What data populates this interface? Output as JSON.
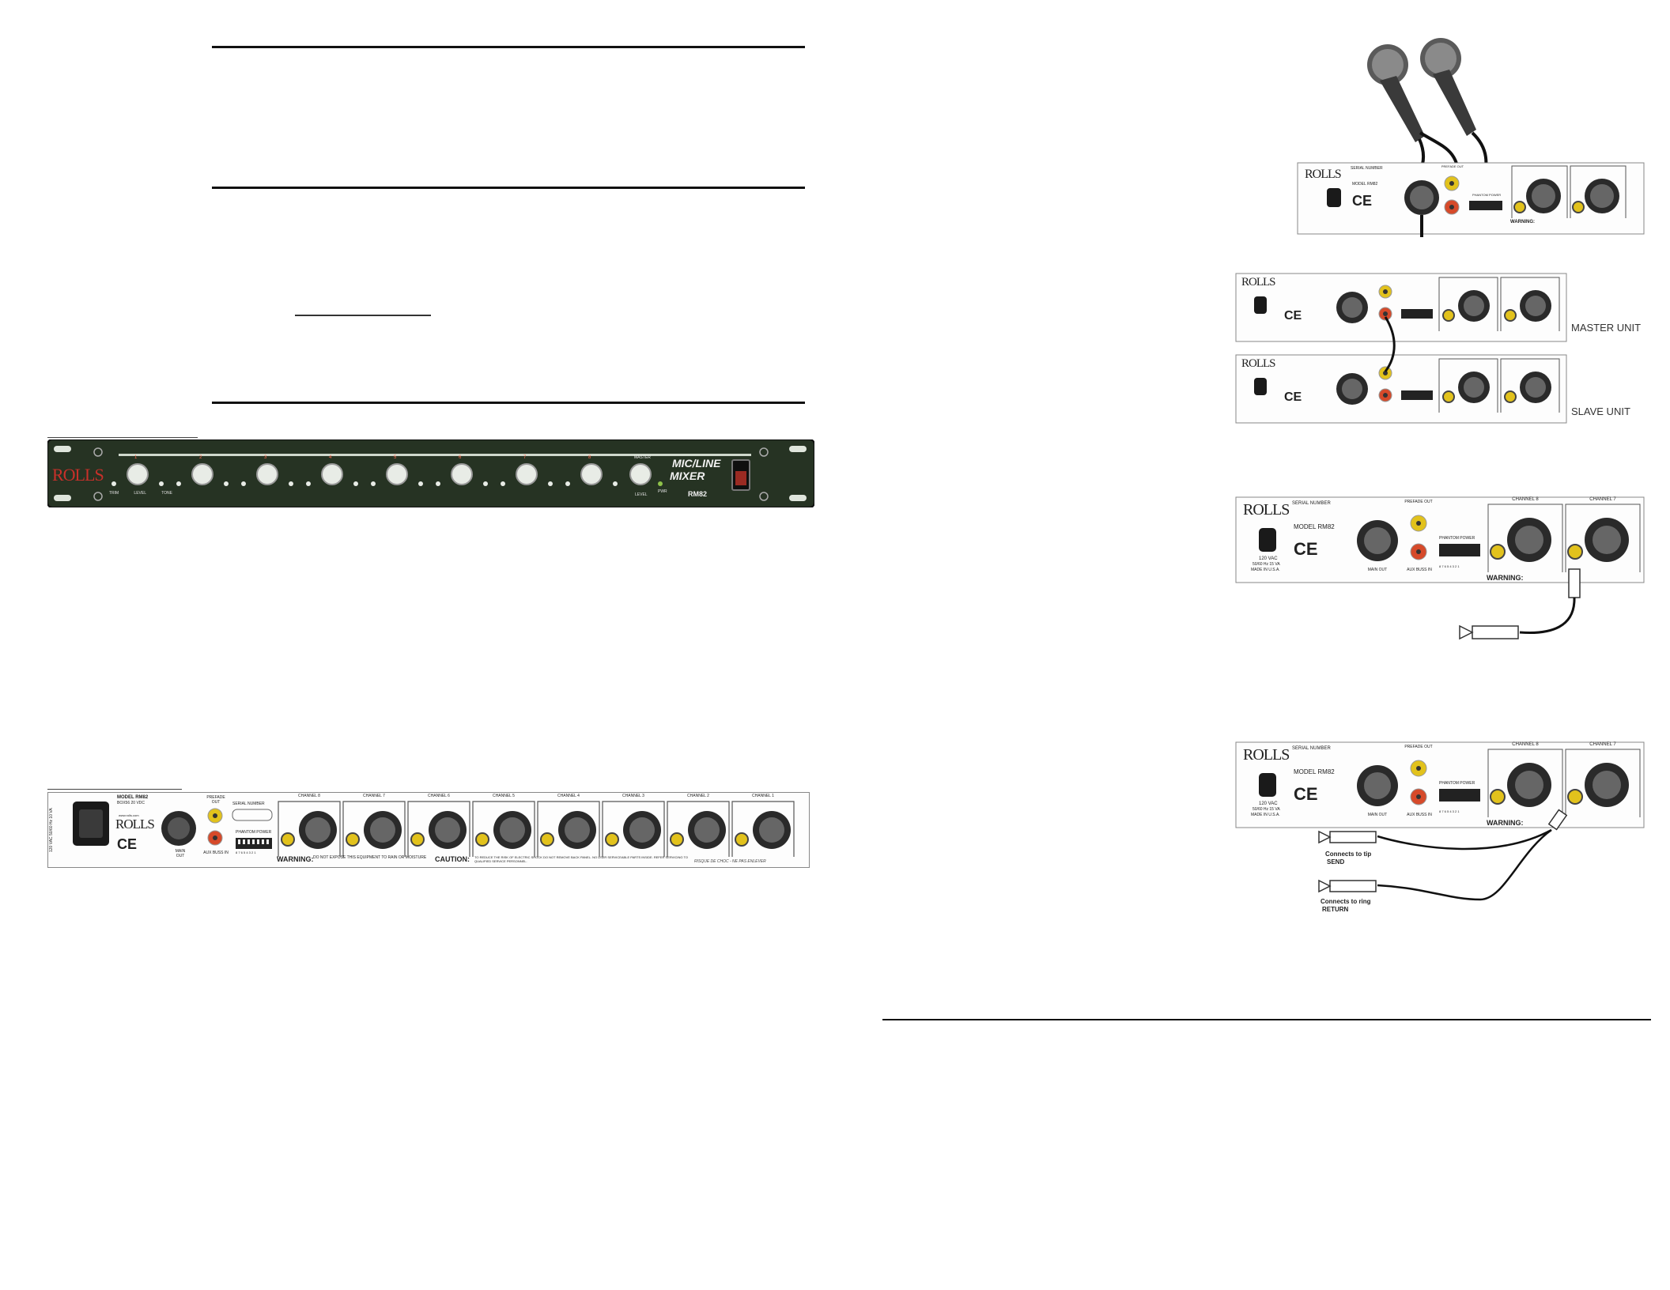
{
  "front_panel": {
    "brand": "ROLLS",
    "product_line1": "MIC/LINE",
    "product_line2": "MIXER",
    "model": "RM82",
    "channel_numbers": [
      "1",
      "2",
      "3",
      "4",
      "5",
      "6",
      "7",
      "8"
    ],
    "knob_labels": [
      "TRIM",
      "LEVEL",
      "TONE"
    ],
    "master_label": "MASTER",
    "master_level": "LEVEL",
    "power_label": "PWR"
  },
  "rear_panel": {
    "model": "MODEL RM82",
    "power_rating": "BOX56 20 VDC",
    "website": "www.rolls.com",
    "brand": "ROLLS",
    "ce": "CE",
    "voltage": "120 VAC 50/60 Hz 10 VA",
    "main_out": "MAIN OUT",
    "prefade_out": "PREFADE OUT",
    "aux_bus_in": "AUX BUSS IN",
    "serial": "SERIAL NUMBER",
    "phantom": "PHANTOM POWER",
    "switch_numbers": "8 7 6 5 4 3 2 1",
    "channels": [
      "CHANNEL 8",
      "CHANNEL 7",
      "CHANNEL 6",
      "CHANNEL 5",
      "CHANNEL 4",
      "CHANNEL 3",
      "CHANNEL 2",
      "CHANNEL 1"
    ],
    "warning_label": "WARNING:",
    "warning_text": "DO NOT EXPOSE THIS EQUIPMENT TO RAIN OR MOISTURE",
    "caution_label": "CAUTION:",
    "caution_text": "TO REDUCE THE RISK OF ELECTRIC SHOCK DO NOT REMOVE BACK PANEL. NO USER SERVICEABLE PARTS INSIDE. REFER SERVICING TO QUALIFIED SERVICE PERSONNEL.",
    "french_text": "RISQUE DE CHOC - NE PAS ENLEVER"
  },
  "diagram_labels": {
    "brand": "ROLLS",
    "serial": "SERIAL NUMBER",
    "model": "MODEL RM82",
    "prefade": "PREFADE OUT",
    "aux": "AUX BUSS IN",
    "phantom": "PHANTOM POWER",
    "main_out": "MAIN OUT",
    "voltage": "120 VAC",
    "hz": "50/60 Hz 15 VA",
    "made_in": "MADE IN U.S.A.",
    "ch8": "CHANNEL 8",
    "ch7": "CHANNEL 7",
    "warning": "WARNING:",
    "ce": "CE",
    "switch_numbers": "8 7 6 5 4 3 2 1"
  },
  "labels": {
    "master_unit": "MASTER UNIT",
    "slave_unit": "SLAVE UNIT",
    "connects_tip": "Connects to tip",
    "send": "SEND",
    "connects_ring": "Connects to ring",
    "return": "RETURN"
  },
  "colors": {
    "panel_green": "#263323",
    "brand_red": "#c8302a",
    "rca_yellow": "#e2c21c",
    "rca_red": "#d64a2a"
  }
}
